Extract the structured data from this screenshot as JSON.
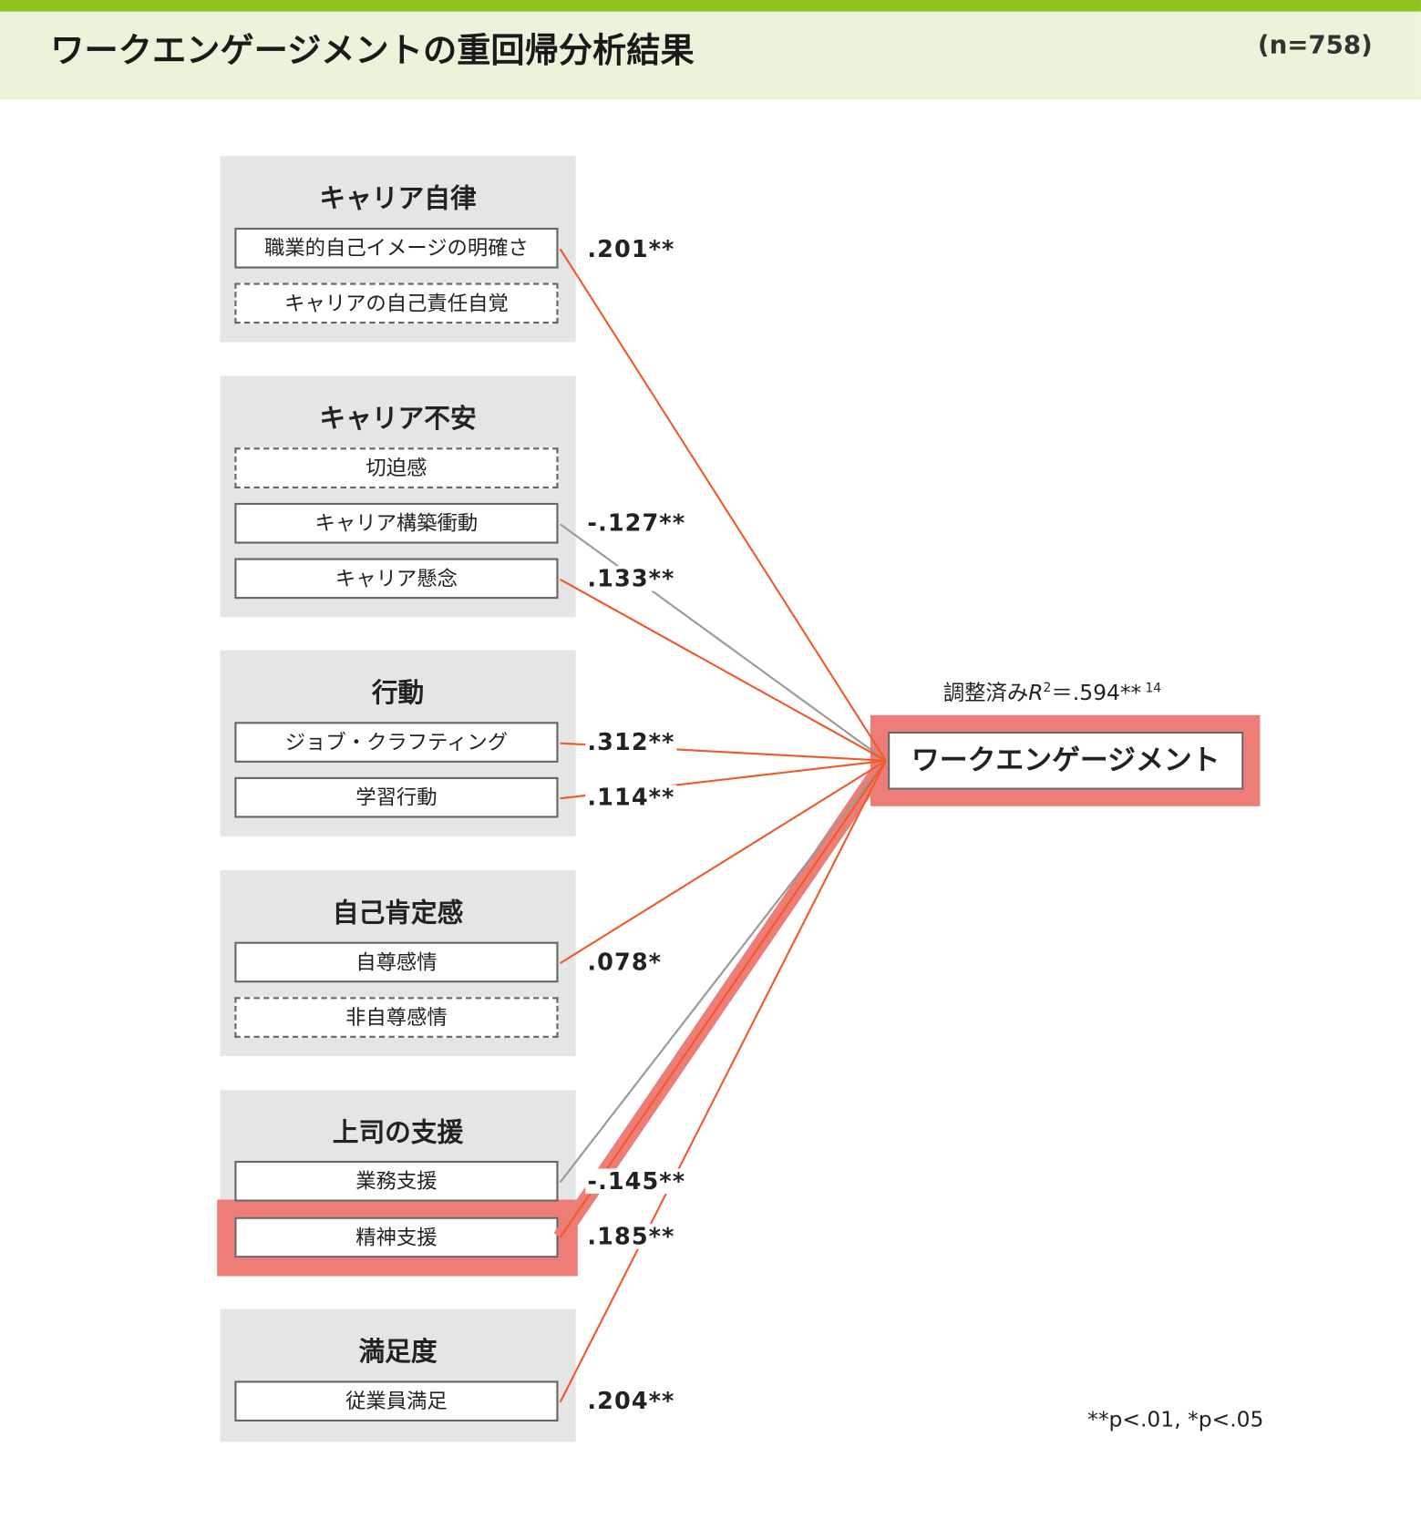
{
  "header": {
    "title": "ワークエンゲージメントの重回帰分析結果",
    "n": "(n=758)"
  },
  "groups": [
    {
      "title": "キャリア自律",
      "items": [
        {
          "label": "職業的自己イメージの明確さ",
          "coef": ".201**"
        },
        {
          "label": "キャリアの自己責任自覚"
        }
      ]
    },
    {
      "title": "キャリア不安",
      "items": [
        {
          "label": "切迫感"
        },
        {
          "label": "キャリア構築衝動",
          "coef": "-.127**"
        },
        {
          "label": "キャリア懸念",
          "coef": ".133**"
        }
      ]
    },
    {
      "title": "行動",
      "items": [
        {
          "label": "ジョブ・クラフティング",
          "coef": ".312**"
        },
        {
          "label": "学習行動",
          "coef": ".114**"
        }
      ]
    },
    {
      "title": "自己肯定感",
      "items": [
        {
          "label": "自尊感情",
          "coef": ".078*"
        },
        {
          "label": "非自尊感情"
        }
      ]
    },
    {
      "title": "上司の支援",
      "items": [
        {
          "label": "業務支援",
          "coef": "-.145**"
        },
        {
          "label": "精神支援",
          "coef": ".185**"
        }
      ]
    },
    {
      "title": "満足度",
      "items": [
        {
          "label": "従業員満足",
          "coef": ".204**"
        }
      ]
    }
  ],
  "target": {
    "label": "ワークエンゲージメント",
    "r2_prefix": "調整済み",
    "r2_symbol": "R",
    "r2_sup": "2",
    "r2_value": "＝.594**",
    "r2_note": "14"
  },
  "footnote": "**p<.01, *p<.05",
  "colors": {
    "positive": "#f05a28",
    "negative": "#999999",
    "highlight": "#ef7d77",
    "accent": "#8dc21f"
  }
}
